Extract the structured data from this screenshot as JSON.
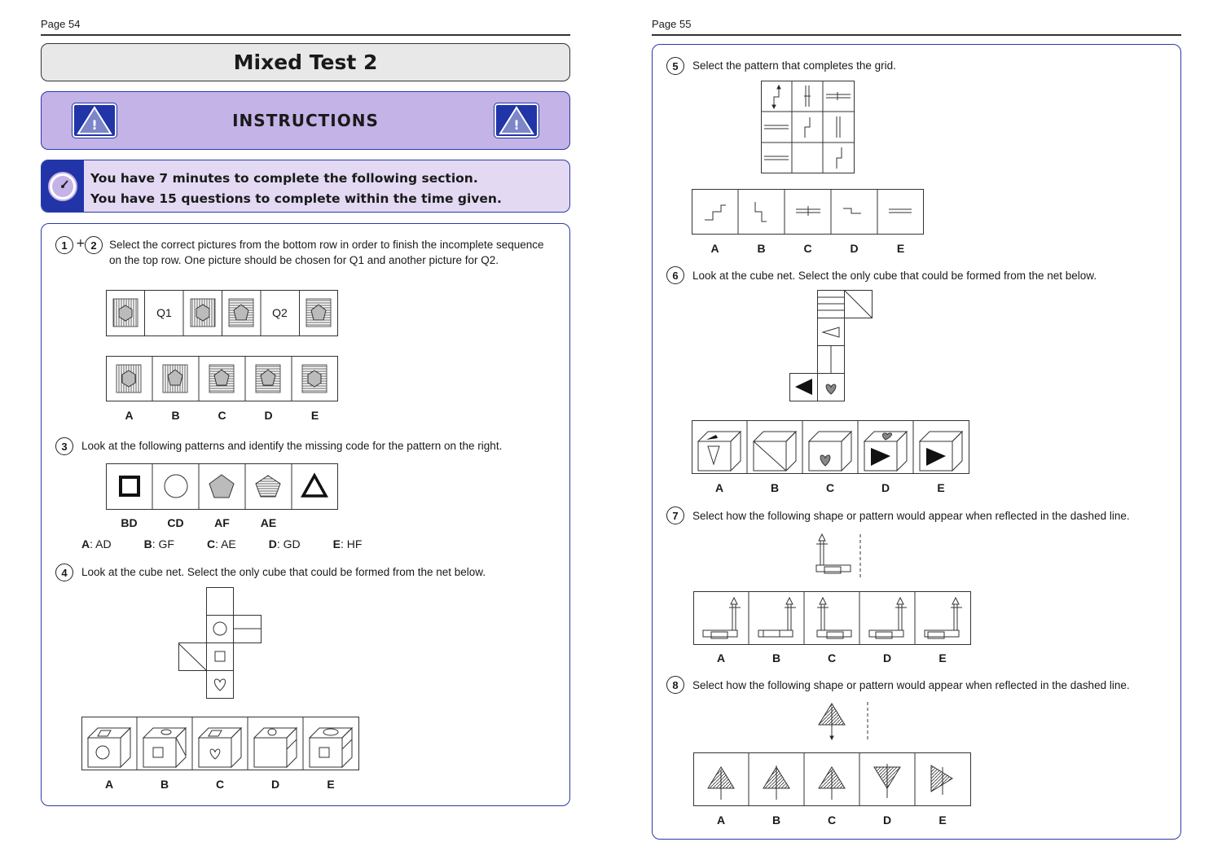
{
  "left_page": {
    "page_label": "Page 54",
    "title": "Mixed Test 2",
    "instructions_heading": "INSTRUCTIONS",
    "time_line": "You have 7 minutes to complete the following section.",
    "questions_line": "You have 15 questions to complete within the time given.",
    "q1": {
      "num": "1",
      "plus": "+",
      "num2": "2",
      "text": "Select the correct pictures from the bottom row in order to finish the incomplete sequence on the top row. One picture should be chosen for Q1 and another picture for Q2.",
      "sequence_labels": [
        "Q1",
        "Q2"
      ],
      "options": [
        "A",
        "B",
        "C",
        "D",
        "E"
      ]
    },
    "q3": {
      "num": "3",
      "text": "Look at the following patterns and identify the missing code for the pattern on the right.",
      "codes": [
        "BD",
        "CD",
        "AF",
        "AE"
      ],
      "answers": [
        {
          "letter": "A",
          "value": ": AD"
        },
        {
          "letter": "B",
          "value": ": GF"
        },
        {
          "letter": "C",
          "value": ": AE"
        },
        {
          "letter": "D",
          "value": ": GD"
        },
        {
          "letter": "E",
          "value": ": HF"
        }
      ]
    },
    "q4": {
      "num": "4",
      "text": "Look at the cube net. Select the only cube that could be formed from the net below.",
      "options": [
        "A",
        "B",
        "C",
        "D",
        "E"
      ]
    }
  },
  "right_page": {
    "page_label": "Page 55",
    "q5": {
      "num": "5",
      "text": "Select the pattern that completes the grid.",
      "options": [
        "A",
        "B",
        "C",
        "D",
        "E"
      ]
    },
    "q6": {
      "num": "6",
      "text": "Look at the cube net. Select the only cube that could be formed from the net below.",
      "options": [
        "A",
        "B",
        "C",
        "D",
        "E"
      ]
    },
    "q7": {
      "num": "7",
      "text": "Select how the following shape or pattern would appear when reflected in the dashed line.",
      "options": [
        "A",
        "B",
        "C",
        "D",
        "E"
      ]
    },
    "q8": {
      "num": "8",
      "text": "Select how the following shape or pattern would appear when reflected in the dashed line.",
      "options": [
        "A",
        "B",
        "C",
        "D",
        "E"
      ]
    }
  },
  "colors": {
    "accent_blue": "#2135a8",
    "instructions_bg": "#c4b3e6",
    "time_bg": "#e3d9f3",
    "title_bg": "#e8e8e8"
  },
  "icons": [
    "warning-icon",
    "clock-icon"
  ]
}
